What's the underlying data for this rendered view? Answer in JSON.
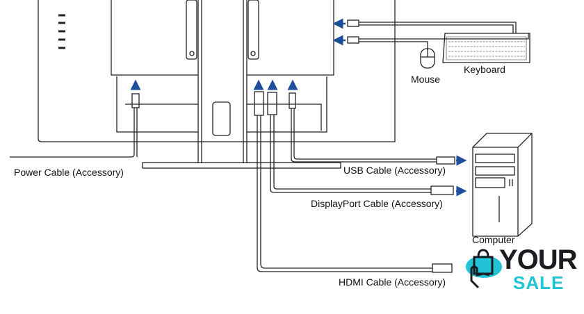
{
  "labels": {
    "power": "Power Cable (Accessory)",
    "usb": "USB Cable (Accessory)",
    "displayport": "DisplayPort Cable (Accessory)",
    "hdmi": "HDMI Cable (Accessory)",
    "mouse": "Mouse",
    "keyboard": "Keyboard",
    "computer": "Computer"
  },
  "watermark": {
    "line1": "YOUR",
    "line2": "SALE"
  },
  "colors": {
    "arrow": "#1f4e9a",
    "line": "#222222",
    "logo_dark": "#1b1b22",
    "logo_accent": "#21c3d4"
  }
}
